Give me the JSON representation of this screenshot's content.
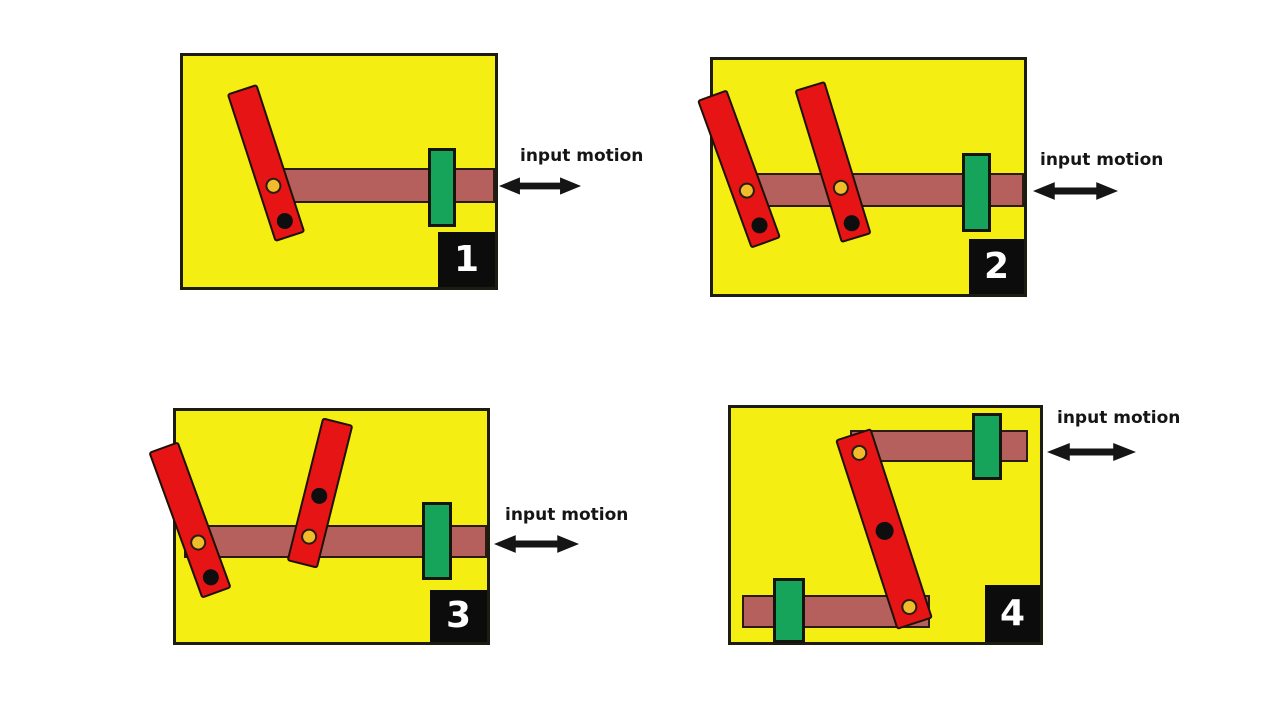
{
  "figure": {
    "type": "mechanical-linkage-diagram",
    "panel_count": 4,
    "background_color": "#ffffff"
  },
  "colors": {
    "panel_fill": "#f5ee12",
    "panel_border": "#1c1c10",
    "lever_red": "#e61414",
    "bar_brown": "#b5605c",
    "slider_green": "#16a45a",
    "pivot_pin_yellow": "#f1bc2c",
    "pivot_pin_black": "#0e0e0e",
    "badge_background": "#0c0c0c",
    "badge_text": "#ffffff",
    "label_text": "#151515"
  },
  "icons": {
    "arrow": "double-headed-horizontal-arrow-icon"
  },
  "panels": [
    {
      "number": "1",
      "input_label": "input motion"
    },
    {
      "number": "2",
      "input_label": "input motion"
    },
    {
      "number": "3",
      "input_label": "input motion"
    },
    {
      "number": "4",
      "input_label": "input motion"
    }
  ]
}
